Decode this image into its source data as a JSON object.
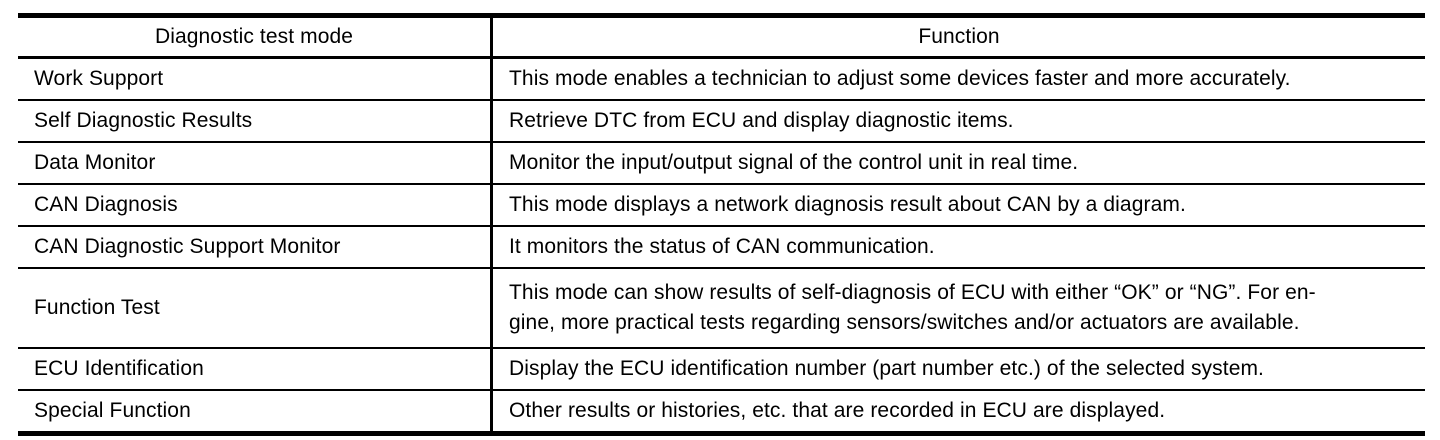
{
  "table": {
    "headers": {
      "mode": "Diagnostic test mode",
      "function": "Function"
    },
    "rows": [
      {
        "mode": "Work Support",
        "function": "This mode enables a technician to adjust some devices faster and more accurately."
      },
      {
        "mode": "Self Diagnostic Results",
        "function": "Retrieve DTC from ECU and display diagnostic items."
      },
      {
        "mode": "Data Monitor",
        "function": "Monitor the input/output signal of the control unit in real time."
      },
      {
        "mode": "CAN Diagnosis",
        "function": "This mode displays a network diagnosis result about CAN by a diagram."
      },
      {
        "mode": "CAN Diagnostic Support Monitor",
        "function": "It monitors the status of CAN communication."
      },
      {
        "mode": "Function Test",
        "function": "This mode can show results of self-diagnosis of ECU with either “OK” or “NG”. For en-\ngine, more practical tests regarding sensors/switches and/or actuators are available."
      },
      {
        "mode": "ECU Identification",
        "function": "Display the ECU identification number (part number etc.) of the selected system."
      },
      {
        "mode": "Special Function",
        "function": "Other results or histories, etc. that are recorded in ECU are displayed."
      }
    ]
  },
  "colors": {
    "border": "#000000",
    "text": "#000000",
    "background": "#ffffff"
  }
}
